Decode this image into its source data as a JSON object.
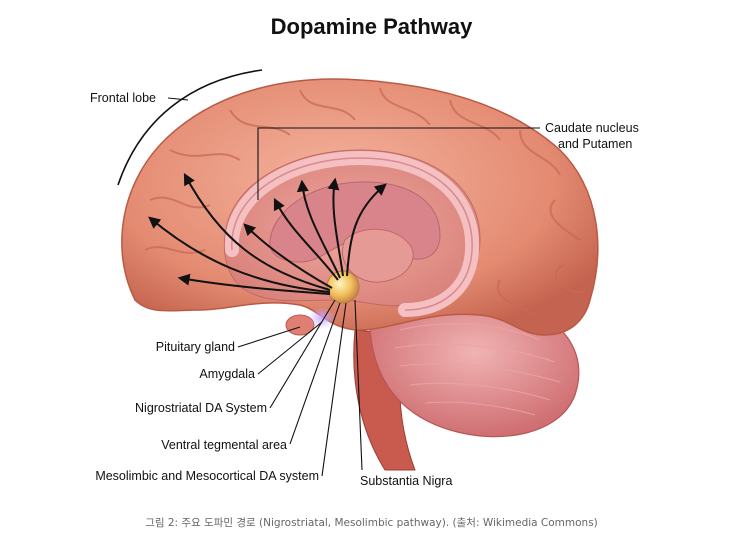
{
  "title": "Dopamine Pathway",
  "labels": {
    "frontal_lobe": "Frontal lobe",
    "caudate_line1": "Caudate nucleus",
    "caudate_line2": "and Putamen",
    "pituitary_gland": "Pituitary gland",
    "amygdala": "Amygdala",
    "nigrostriatal": "Nigrostriatal DA System",
    "ventral_tegmental": "Ventral tegmental area",
    "mesolimbic": "Mesolimbic and Mesocortical DA system",
    "substantia_nigra": "Substantia Nigra"
  },
  "caption": "그림 2: 주요 도파민 경로 (Nigrostriatal, Mesolimbic pathway). (출처: Wikimedia Commons)",
  "colors": {
    "cortex": "#e8907a",
    "cortex_dark": "#c96a55",
    "cerebellum": "#d9787a",
    "brainstem": "#c85a4e",
    "corpus_callosum": "#f2b6b8",
    "ventricle": "#d8848a",
    "vta_glow": "#f5d27a"
  }
}
